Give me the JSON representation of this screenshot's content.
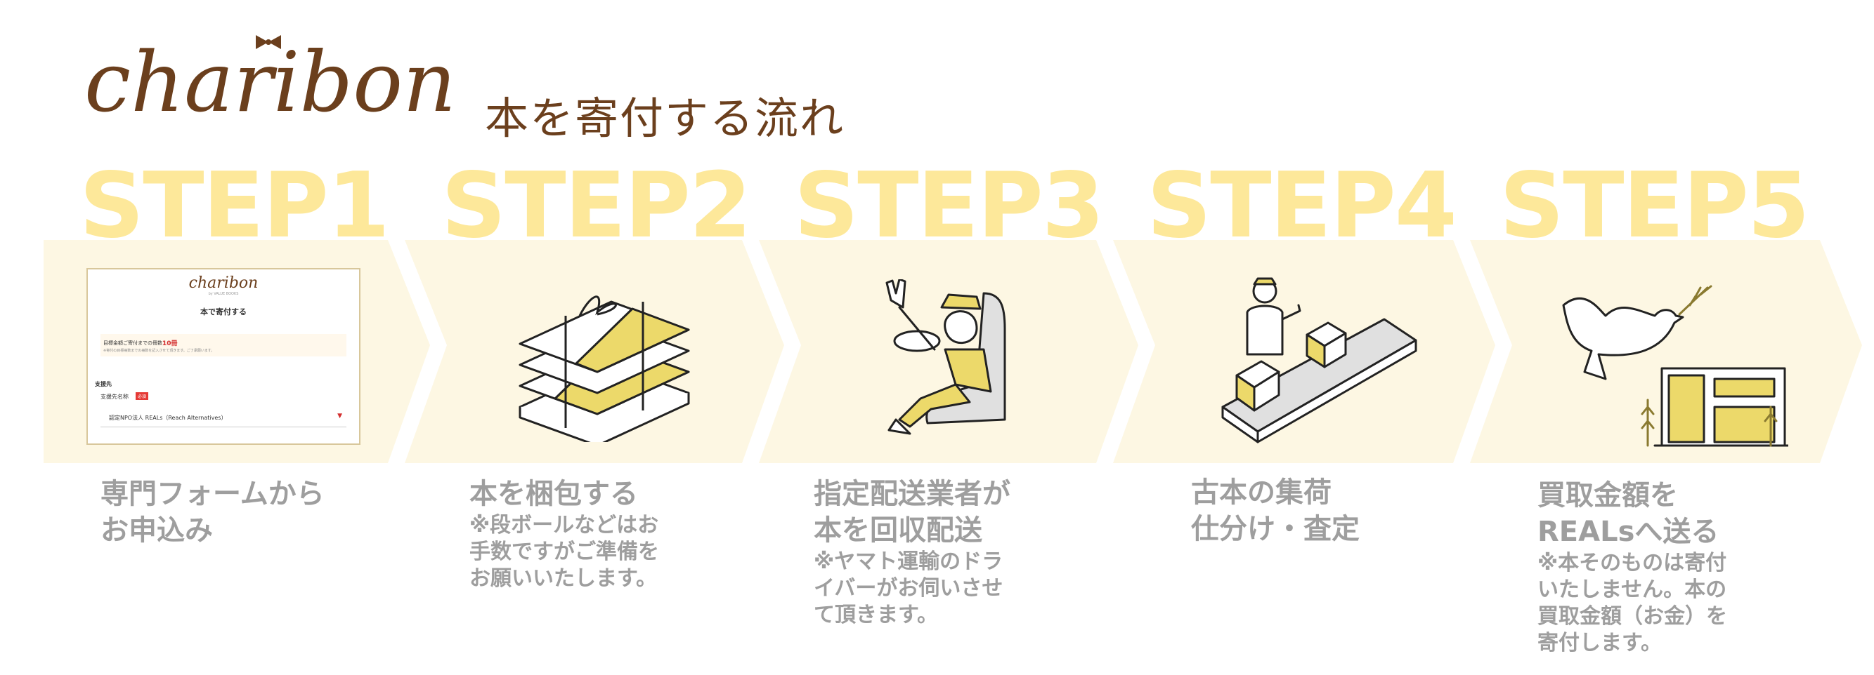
{
  "header": {
    "logo_text": "charibon",
    "subtitle": "本を寄付する流れ"
  },
  "colors": {
    "brand_brown": "#6b3f1d",
    "step_yellow": "#fde89a",
    "band_cream": "#fdf7e3",
    "accent_yellow": "#ecd96a",
    "caption_gray": "#9e9e9e"
  },
  "steps": [
    {
      "label": "STEP1",
      "title_lines": [
        "専門フォームから",
        "お申込み"
      ],
      "note_lines": [],
      "icon": "form-screenshot"
    },
    {
      "label": "STEP2",
      "title_lines": [
        "本を梱包する"
      ],
      "note_lines": [
        "※段ボールなどはお",
        "手数ですがご準備を",
        "お願いいたします。"
      ],
      "icon": "bundled-books-icon"
    },
    {
      "label": "STEP3",
      "title_lines": [
        "指定配送業者が",
        "本を回収配送"
      ],
      "note_lines": [
        "※ヤマト運輸のドラ",
        "イバーがお伺いさせ",
        "て頂きます。"
      ],
      "icon": "delivery-driver-icon"
    },
    {
      "label": "STEP4",
      "title_lines": [
        "古本の集荷",
        "仕分け・査定"
      ],
      "note_lines": [],
      "icon": "conveyor-sorting-icon"
    },
    {
      "label": "STEP5",
      "title_lines": [
        "買取金額を",
        "REALsへ送る"
      ],
      "note_lines": [
        "※本そのものは寄付",
        "いたしません。本の",
        "買取金額（お金）を",
        "寄付します。"
      ],
      "icon": "dove-building-icon"
    }
  ],
  "form": {
    "logo": "charibon",
    "logo_sub": "by VALUE BOOKS",
    "title": "本で寄付する",
    "box_label": "目標金額ご寄付までの冊数",
    "box_value": "10冊",
    "box_note": "※寄付の目標冊数までの冊数を記入させて頂きます。ご了承願います。",
    "section": "支援先",
    "field_label": "支援先名称",
    "required": "必須",
    "select_value": "認定NPO法人 REALs（Reach Alternatives）"
  }
}
